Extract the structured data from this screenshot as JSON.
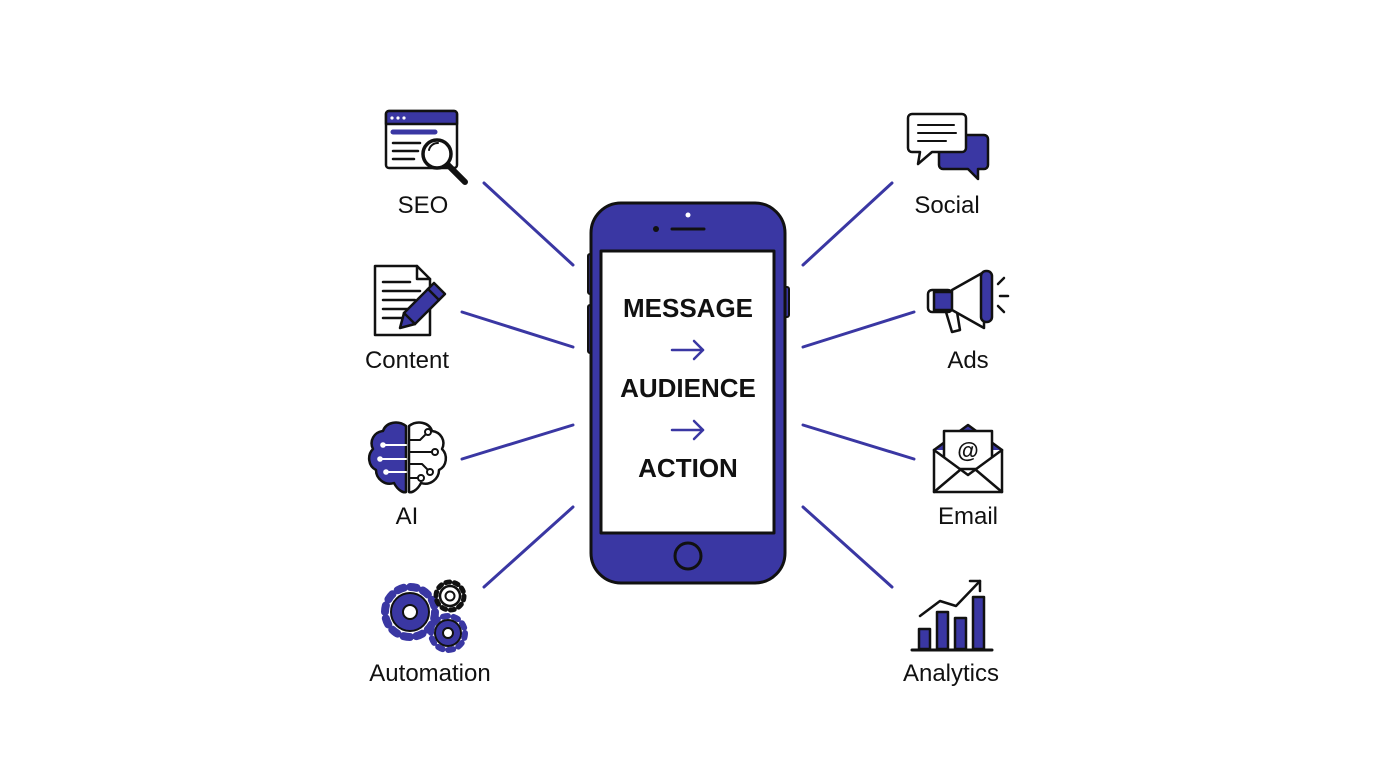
{
  "colors": {
    "accent": "#3a37a3",
    "outline": "#111111",
    "background": "#ffffff"
  },
  "phone": {
    "lines": [
      "MESSAGE",
      "AUDIENCE",
      "ACTION"
    ],
    "connector": "arrow-right-icon"
  },
  "channels": {
    "left": [
      {
        "label": "SEO",
        "icon": "seo-browser-magnifier-icon"
      },
      {
        "label": "Content",
        "icon": "document-pencil-icon"
      },
      {
        "label": "AI",
        "icon": "brain-circuit-icon"
      },
      {
        "label": "Automation",
        "icon": "gears-icon"
      }
    ],
    "right": [
      {
        "label": "Social",
        "icon": "chat-bubbles-icon"
      },
      {
        "label": "Ads",
        "icon": "megaphone-icon"
      },
      {
        "label": "Email",
        "icon": "envelope-at-icon"
      },
      {
        "label": "Analytics",
        "icon": "bar-chart-trend-icon"
      }
    ]
  }
}
